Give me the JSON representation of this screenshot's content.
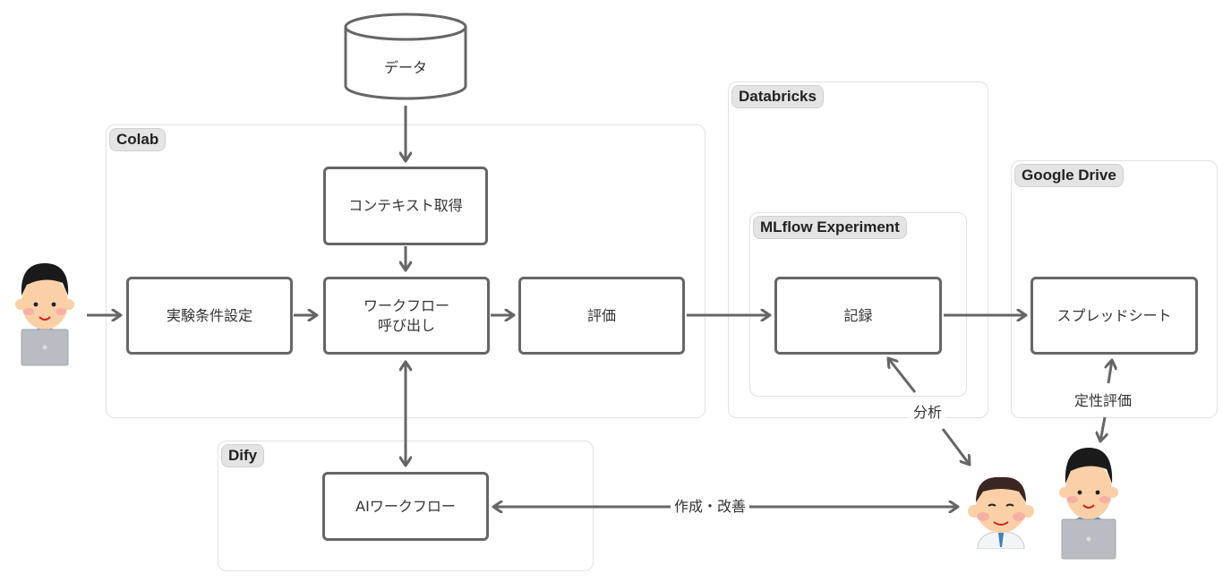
{
  "groups": {
    "colab": "Colab",
    "databricks": "Databricks",
    "mlflow": "MLflow Experiment",
    "google_drive": "Google Drive",
    "dify": "Dify"
  },
  "nodes": {
    "data": "データ",
    "context": "コンテキスト取得",
    "setup": "実験条件設定",
    "workflow_call": "ワークフロー\n呼び出し",
    "evaluation": "評価",
    "record": "記録",
    "spreadsheet": "スプレッドシート",
    "ai_workflow": "AIワークフロー"
  },
  "edge_labels": {
    "analysis": "分析",
    "qualitative": "定性評価",
    "create_improve": "作成・改善"
  },
  "colors": {
    "stroke": "#666666",
    "group_border": "#e2e2e2",
    "label_bg": "#e4e4e4"
  }
}
